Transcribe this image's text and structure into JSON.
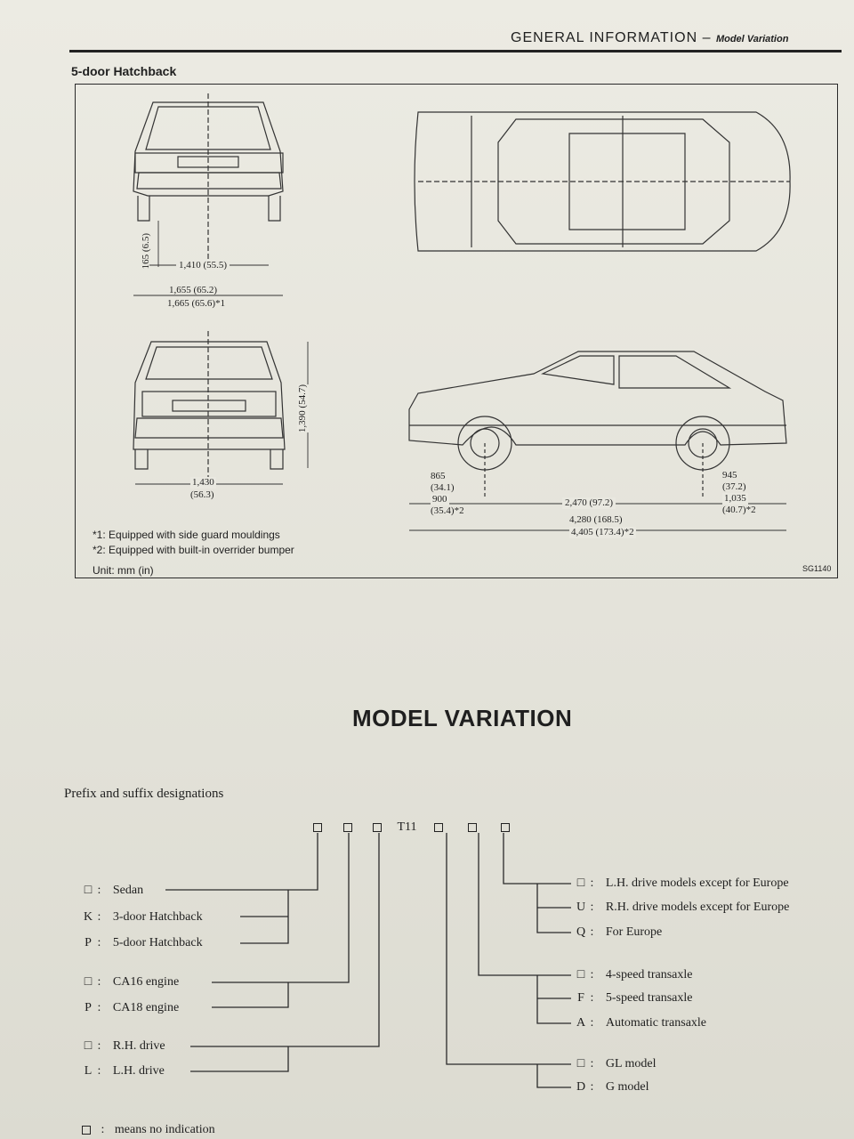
{
  "header": {
    "title": "GENERAL INFORMATION",
    "separator": "–",
    "subtitle": "Model Variation"
  },
  "section_title": "5-door Hatchback",
  "diagram": {
    "dims": {
      "rear_height": "165",
      "rear_height_in": "(6.5)",
      "rear_track": "1,410 (55.5)",
      "rear_width": "1,655 (65.2)",
      "rear_width_alt": "1,665 (65.6)*1",
      "front_track": "1,430",
      "front_track_in": "(56.3)",
      "overall_height": "1,390",
      "overall_height_in": "(54.7)",
      "front_overhang": "865",
      "front_overhang_in": "(34.1)",
      "front_overhang_alt": "900",
      "front_overhang_alt_in": "(35.4)*2",
      "wheelbase": "2,470 (97.2)",
      "overall_length": "4,280 (168.5)",
      "overall_length_alt": "4,405 (173.4)*2",
      "rear_overhang": "945",
      "rear_overhang_in": "(37.2)",
      "rear_overhang_alt": "1,035",
      "rear_overhang_alt_in": "(40.7)*2"
    },
    "notes": [
      "*1: Equipped with side guard mouldings",
      "*2: Equipped with built-in overrider bumper",
      "Unit:  mm (in)"
    ],
    "code": "SG1140"
  },
  "model_variation": {
    "title": "MODEL VARIATION",
    "prefix_label": "Prefix and suffix designations",
    "base_code": "T11",
    "left_groups": [
      {
        "items": [
          {
            "sym": "□",
            "text": "Sedan"
          },
          {
            "sym": "K",
            "text": "3-door Hatchback"
          },
          {
            "sym": "P",
            "text": "5-door Hatchback"
          }
        ]
      },
      {
        "items": [
          {
            "sym": "□",
            "text": "CA16 engine"
          },
          {
            "sym": "P",
            "text": "CA18 engine"
          }
        ]
      },
      {
        "items": [
          {
            "sym": "□",
            "text": "R.H. drive"
          },
          {
            "sym": "L",
            "text": "L.H. drive"
          }
        ]
      }
    ],
    "right_groups": [
      {
        "items": [
          {
            "sym": "□",
            "text": "L.H. drive models except for Europe"
          },
          {
            "sym": "U",
            "text": "R.H. drive models except for Europe"
          },
          {
            "sym": "Q",
            "text": "For Europe"
          }
        ]
      },
      {
        "items": [
          {
            "sym": "□",
            "text": "4-speed transaxle"
          },
          {
            "sym": "F",
            "text": "5-speed transaxle"
          },
          {
            "sym": "A",
            "text": "Automatic transaxle"
          }
        ]
      },
      {
        "items": [
          {
            "sym": "□",
            "text": "GL model"
          },
          {
            "sym": "D",
            "text": "G model"
          }
        ]
      }
    ],
    "footnote": "means no indication"
  }
}
